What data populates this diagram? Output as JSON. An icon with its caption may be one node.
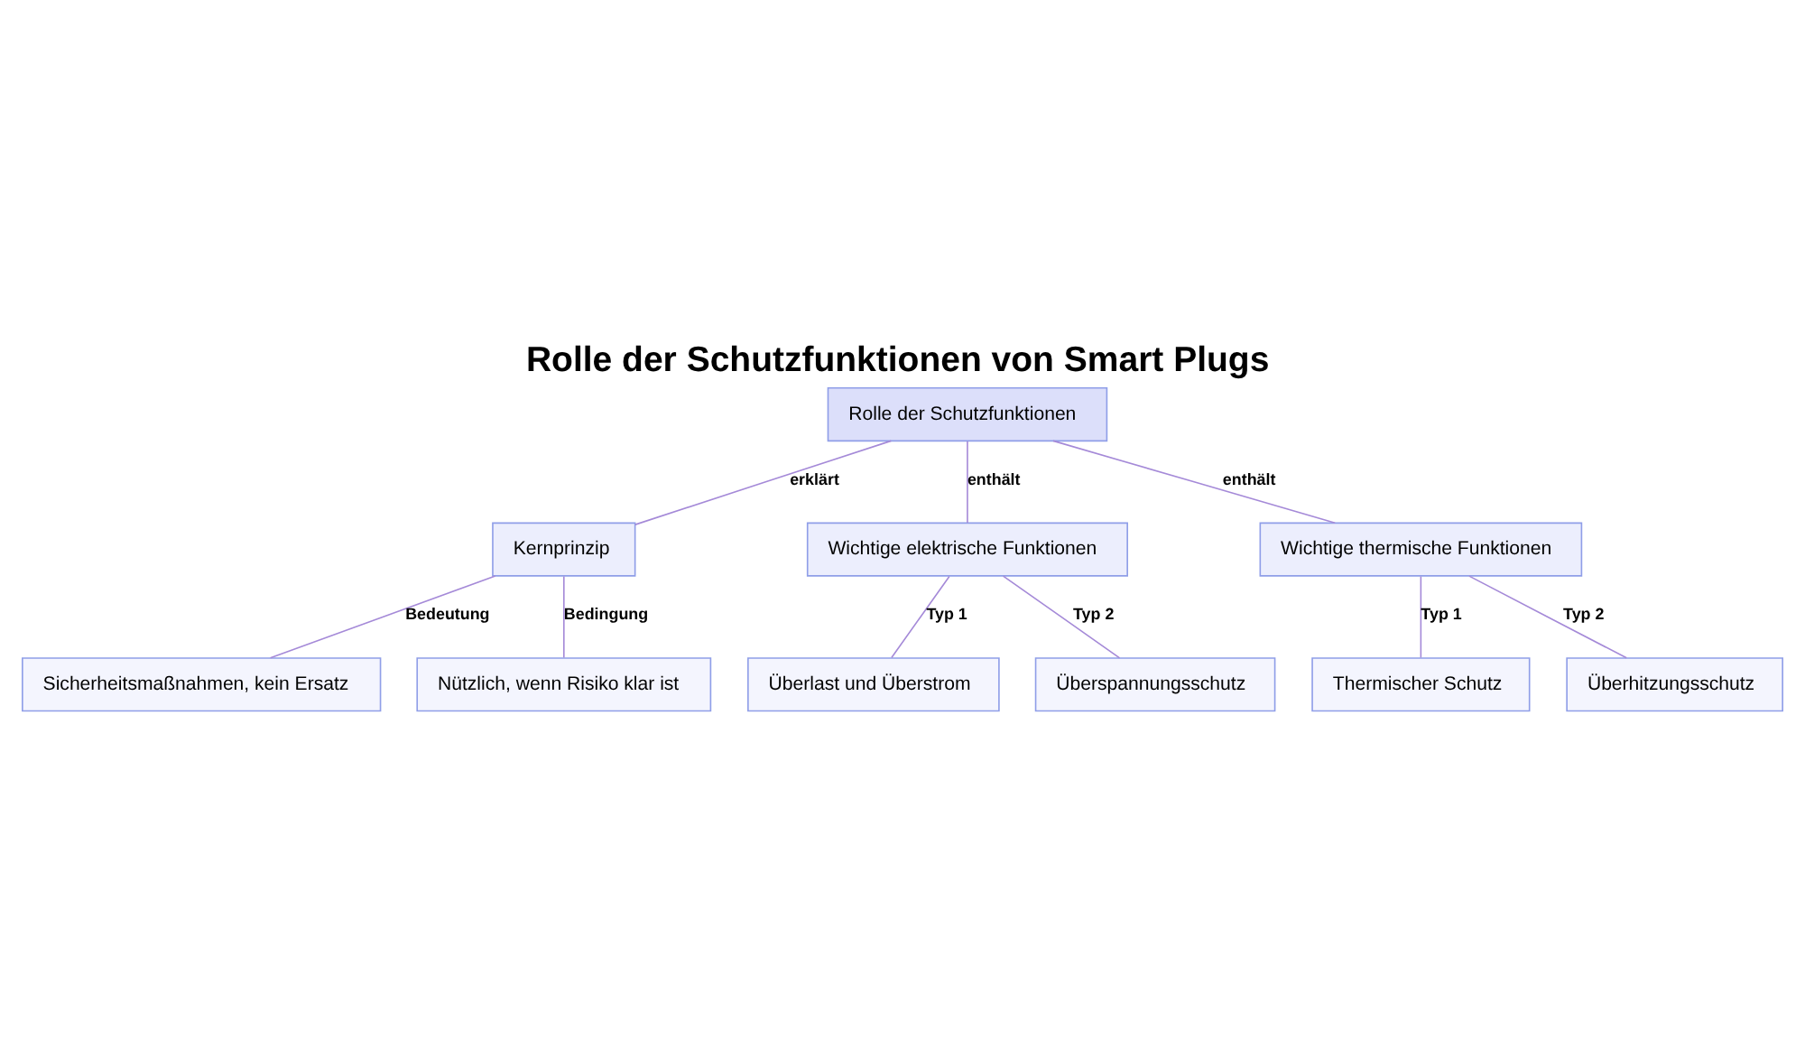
{
  "diagram": {
    "title": "Rolle der Schutzfunktionen von Smart Plugs",
    "nodes": [
      {
        "text": [
          "Rolle der Schutzfunktionen"
        ]
      },
      {
        "text": [
          "Kernprinzip"
        ]
      },
      {
        "text": [
          "Wichtige elektrische Funktionen"
        ]
      },
      {
        "text": [
          "Wichtige thermische Funktionen"
        ]
      },
      {
        "text": [
          "Sicherheitsmaßnahmen, kein Ersatz"
        ]
      },
      {
        "text": [
          "Nützlich, wenn Risiko klar ist"
        ]
      },
      {
        "text": [
          "Überlast und Überstrom"
        ]
      },
      {
        "text": [
          "Überspannungsschutz"
        ]
      },
      {
        "text": [
          "Thermischer Schutz"
        ]
      },
      {
        "text": [
          "Überhitzungsschutz"
        ]
      }
    ],
    "edges": [
      {
        "from": 0,
        "to": 1,
        "arrow": "none",
        "label": "erklärt"
      },
      {
        "from": 0,
        "to": 2,
        "arrow": "none",
        "label": "enthält"
      },
      {
        "from": 0,
        "to": 3,
        "arrow": "none",
        "label": "enthält"
      },
      {
        "from": 1,
        "to": 4,
        "arrow": "none",
        "label": "Bedeutung"
      },
      {
        "from": 1,
        "to": 5,
        "arrow": "none",
        "label": "Bedingung"
      },
      {
        "from": 2,
        "to": 6,
        "arrow": "none",
        "label": "Typ 1"
      },
      {
        "from": 2,
        "to": 7,
        "arrow": "none",
        "label": "Typ 2"
      },
      {
        "from": 3,
        "to": 8,
        "arrow": "none",
        "label": "Typ 1"
      },
      {
        "from": 3,
        "to": 9,
        "arrow": "none",
        "label": "Typ 2"
      }
    ]
  }
}
